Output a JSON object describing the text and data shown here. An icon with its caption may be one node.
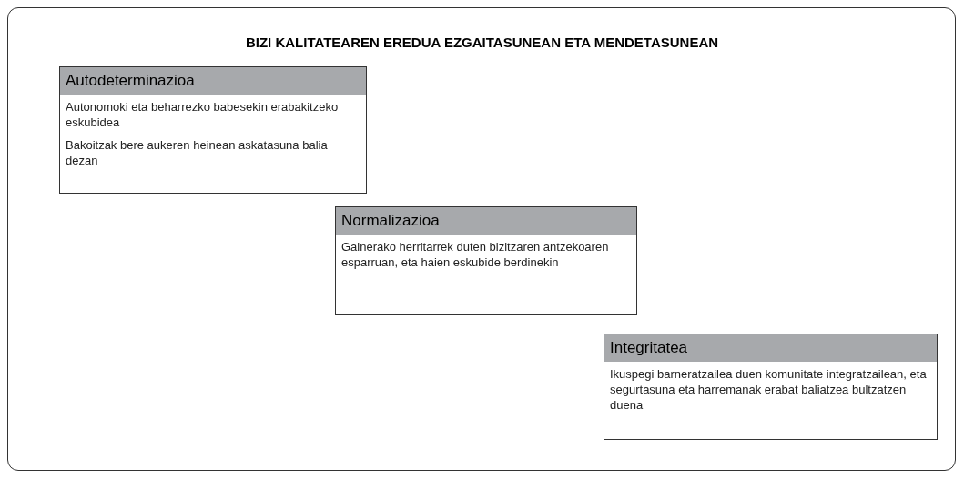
{
  "diagram": {
    "title": "BIZI KALITATEAREN EREDUA EZGAITASUNEAN ETA MENDETASUNEAN",
    "nodes": [
      {
        "text": [
          "Autodeterminazioa",
          "Autonomoki eta beharrezko babesekin erabakitzeko eskubidea",
          "Bakoitzak bere aukeren heinean askatasuna balia dezan"
        ]
      },
      {
        "text": [
          "Normalizazioa",
          "Gainerako herritarrek duten bizitzaren antzekoaren esparruan, eta haien eskubide berdinekin"
        ]
      },
      {
        "text": [
          "Integritatea",
          "Ikuspegi barneratzailea duen komunitate integratzailean, eta segurtasuna eta harremanak erabat baliatzea bultzatzen duena"
        ]
      }
    ]
  }
}
